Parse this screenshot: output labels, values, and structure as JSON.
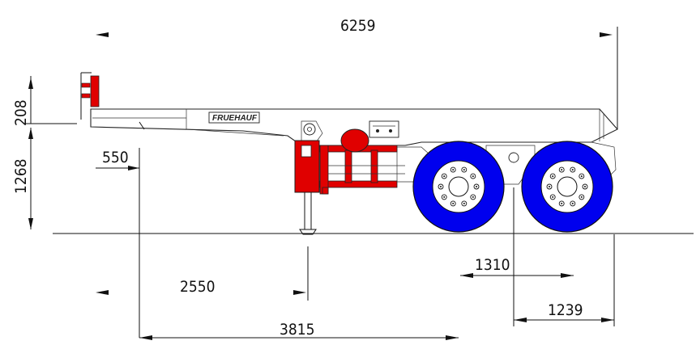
{
  "dimensions": {
    "overall_length": "6259",
    "kingpin_height": "208",
    "coupling_height": "1268",
    "kingpin_setback": "550",
    "kingpin_to_landing_gear": "2550",
    "kingpin_to_axle_center": "3815",
    "axle_spread": "1310",
    "rear_overhang": "1239"
  },
  "brand": {
    "nameplate": "FRUEHAUF"
  },
  "colors": {
    "line": "#111111",
    "accent_red": "#e00000",
    "wheel_blue": "#0000ee",
    "hub_white": "#ffffff"
  }
}
